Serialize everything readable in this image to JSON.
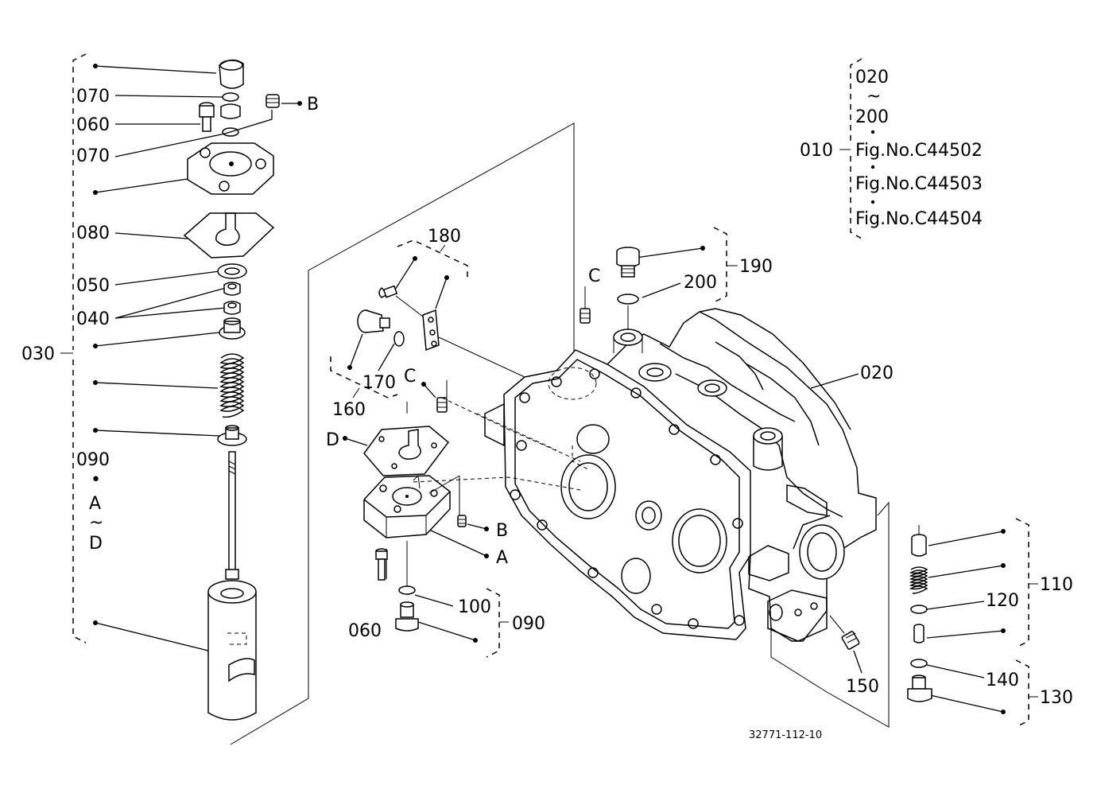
{
  "figure_id": "32771-112-10",
  "labels": {
    "p070a": "070",
    "p060a": "060",
    "p070b": "070",
    "p080": "080",
    "p050": "050",
    "p040": "040",
    "p030": "030",
    "p090a": "090",
    "dot_sep": "•",
    "a_letter": "A",
    "tilde": "~",
    "d_letter": "D",
    "b_top": "B",
    "p180": "180",
    "p170": "170",
    "p160": "160",
    "c_left": "C",
    "c_top": "C",
    "d_mid": "D",
    "b_mid": "B",
    "a_mid": "A",
    "p060b": "060",
    "p100": "100",
    "p090b": "090",
    "p190": "190",
    "p200": "200",
    "p020": "020",
    "p110": "110",
    "p120": "120",
    "p140": "140",
    "p130": "130",
    "p150": "150"
  },
  "legend": {
    "range_start": "020",
    "tilde": "~",
    "range_end": "200",
    "group_label": "010",
    "fig1": "Fig.No.C44502",
    "fig2": "Fig.No.C44503",
    "fig3": "Fig.No.C44504"
  }
}
